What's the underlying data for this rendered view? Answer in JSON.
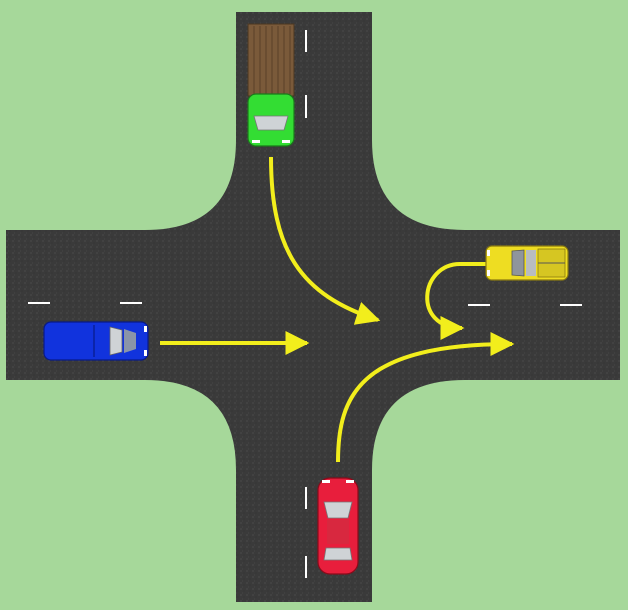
{
  "scene": {
    "background_color": "#a6d89a",
    "road_color": "#3a3a3a",
    "lane_marking_color": "#ffffff",
    "arrow_color": "#f2ee1c"
  },
  "vehicles": [
    {
      "id": "truck",
      "kind": "pickup-truck-with-wooden-cargo-bed",
      "body_color": "#33dd33",
      "cargo_color": "#7a5a3a",
      "heading": "south",
      "approach": "north"
    },
    {
      "id": "blue-car",
      "kind": "pickup-truck",
      "body_color": "#1133dd",
      "heading": "east",
      "approach": "west"
    },
    {
      "id": "yellow-car",
      "kind": "pickup-truck",
      "body_color": "#eedd22",
      "heading": "west",
      "approach": "east"
    },
    {
      "id": "red-car",
      "kind": "sedan",
      "body_color": "#e81e3c",
      "heading": "north",
      "approach": "south"
    }
  ],
  "maneuvers": [
    {
      "vehicle": "truck",
      "action": "left-turn"
    },
    {
      "vehicle": "blue-car",
      "action": "straight"
    },
    {
      "vehicle": "yellow-car",
      "action": "u-turn"
    },
    {
      "vehicle": "red-car",
      "action": "right-turn"
    }
  ]
}
